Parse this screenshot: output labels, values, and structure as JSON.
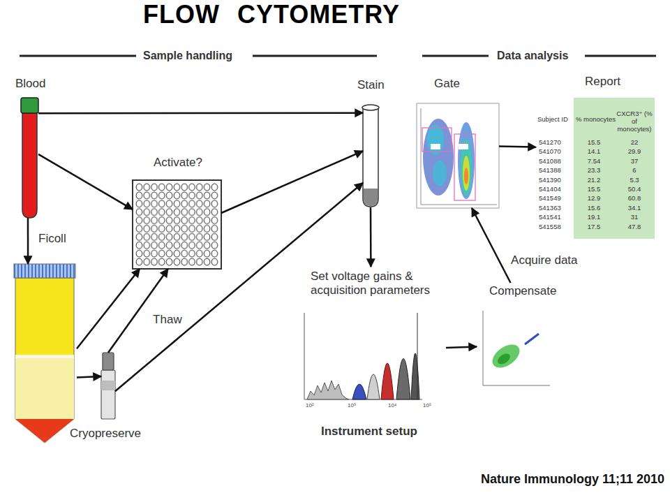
{
  "diagram": {
    "title": "FLOW CYTOMETRY",
    "caption": "Nature Immunology 11;11 2010",
    "nodes": [
      {
        "text": [
          "Blood"
        ]
      },
      {
        "text": [
          "Ficoll"
        ]
      },
      {
        "text": [
          "Activate?"
        ]
      },
      {
        "text": [
          "Cryopreserve"
        ]
      },
      {
        "text": [
          "Stain"
        ]
      },
      {
        "text": [
          "Gate"
        ]
      },
      {
        "text": [
          "Report"
        ]
      },
      {
        "text": [
          "Set voltage gains & acquisition parameters",
          "Instrument setup"
        ]
      },
      {
        "text": [
          "Compensate"
        ]
      }
    ],
    "edges": [
      {
        "from": 0,
        "to": 4,
        "arrow": "to"
      },
      {
        "from": 0,
        "to": 2,
        "arrow": "to"
      },
      {
        "from": 0,
        "to": 1,
        "arrow": "to"
      },
      {
        "from": 1,
        "to": 2,
        "arrow": "to"
      },
      {
        "from": 1,
        "to": 3,
        "arrow": "to"
      },
      {
        "from": 3,
        "to": 2,
        "label": "Thaw",
        "arrow": "to"
      },
      {
        "from": 3,
        "to": 4,
        "arrow": "to"
      },
      {
        "from": 2,
        "to": 4,
        "arrow": "to"
      },
      {
        "from": 4,
        "to": 7,
        "arrow": "to"
      },
      {
        "from": 7,
        "to": 8,
        "arrow": "to"
      },
      {
        "from": 8,
        "to": 5,
        "label": "Acquire data",
        "arrow": "to"
      },
      {
        "from": 5,
        "to": 6,
        "arrow": "to"
      }
    ],
    "labels": [
      "Sample handling",
      "Data analysis",
      "Subject ID",
      "% monocytes",
      "CXCR3⁺ (% of monocytes)",
      "541270",
      "15.5",
      "22",
      "541070",
      "14.1",
      "29.9",
      "541088",
      "7.54",
      "37",
      "541388",
      "23.3",
      "6",
      "541390",
      "21.2",
      "5.3",
      "541404",
      "15.5",
      "50.4",
      "541549",
      "12.9",
      "60.8",
      "541363",
      "15.6",
      "34.1",
      "541541",
      "19.1",
      "31",
      "541558",
      "17.5",
      "47.8",
      "10²",
      "10³",
      "10⁴",
      "10⁵"
    ]
  }
}
